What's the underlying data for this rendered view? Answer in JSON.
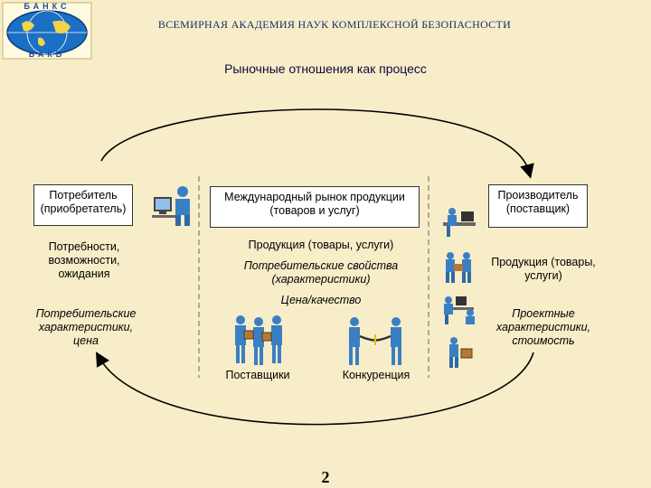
{
  "header": {
    "logo_text_top": "БАНКС",
    "logo_text_bottom": "ВАКБ",
    "org_name": "ВСЕМИРНАЯ АКАДЕМИЯ НАУК КОМПЛЕКСНОЙ БЕЗОПАСНОСТИ"
  },
  "title": "Рыночные отношения как процесс",
  "left": {
    "box_line1": "Потребитель",
    "box_line2": "(приобретатель)",
    "needs_line1": "Потребности,",
    "needs_line2": "возможности,",
    "needs_line3": "ожидания",
    "chars_line1": "Потребительские",
    "chars_line2": "характеристики,",
    "chars_line3": "цена"
  },
  "center": {
    "box_line1": "Международный рынок продукции",
    "box_line2": "(товаров и услуг)",
    "products": "Продукция (товары, услуги)",
    "props_line1": "Потребительские свойства",
    "props_line2": "(характеристики)",
    "price_quality": "Цена/качество",
    "suppliers": "Поставщики",
    "competition": "Конкуренция"
  },
  "right": {
    "box_line1": "Производитель",
    "box_line2": "(поставщик)",
    "products_line1": "Продукция (товары,",
    "products_line2": "услуги)",
    "design_line1": "Проектные",
    "design_line2": "характеристики,",
    "design_line3": "стоимость"
  },
  "page_number": "2",
  "colors": {
    "background": "#f7edc8",
    "figure_blue": "#3a7fc4",
    "logo_blue": "#1b4fa0",
    "arrow": "#000000"
  }
}
